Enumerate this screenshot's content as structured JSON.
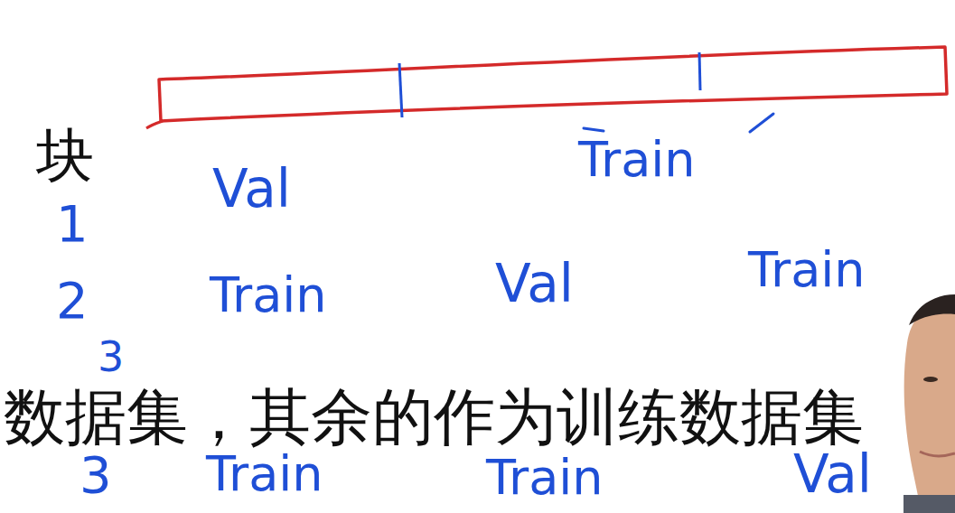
{
  "diagram": {
    "labels": [
      "块",
      "Val",
      "Train",
      "1",
      "2",
      "Train",
      "Val",
      "Train",
      "数据集，其余的作为训练数据集",
      "3",
      "3",
      "Train",
      "Train",
      "Val"
    ]
  }
}
